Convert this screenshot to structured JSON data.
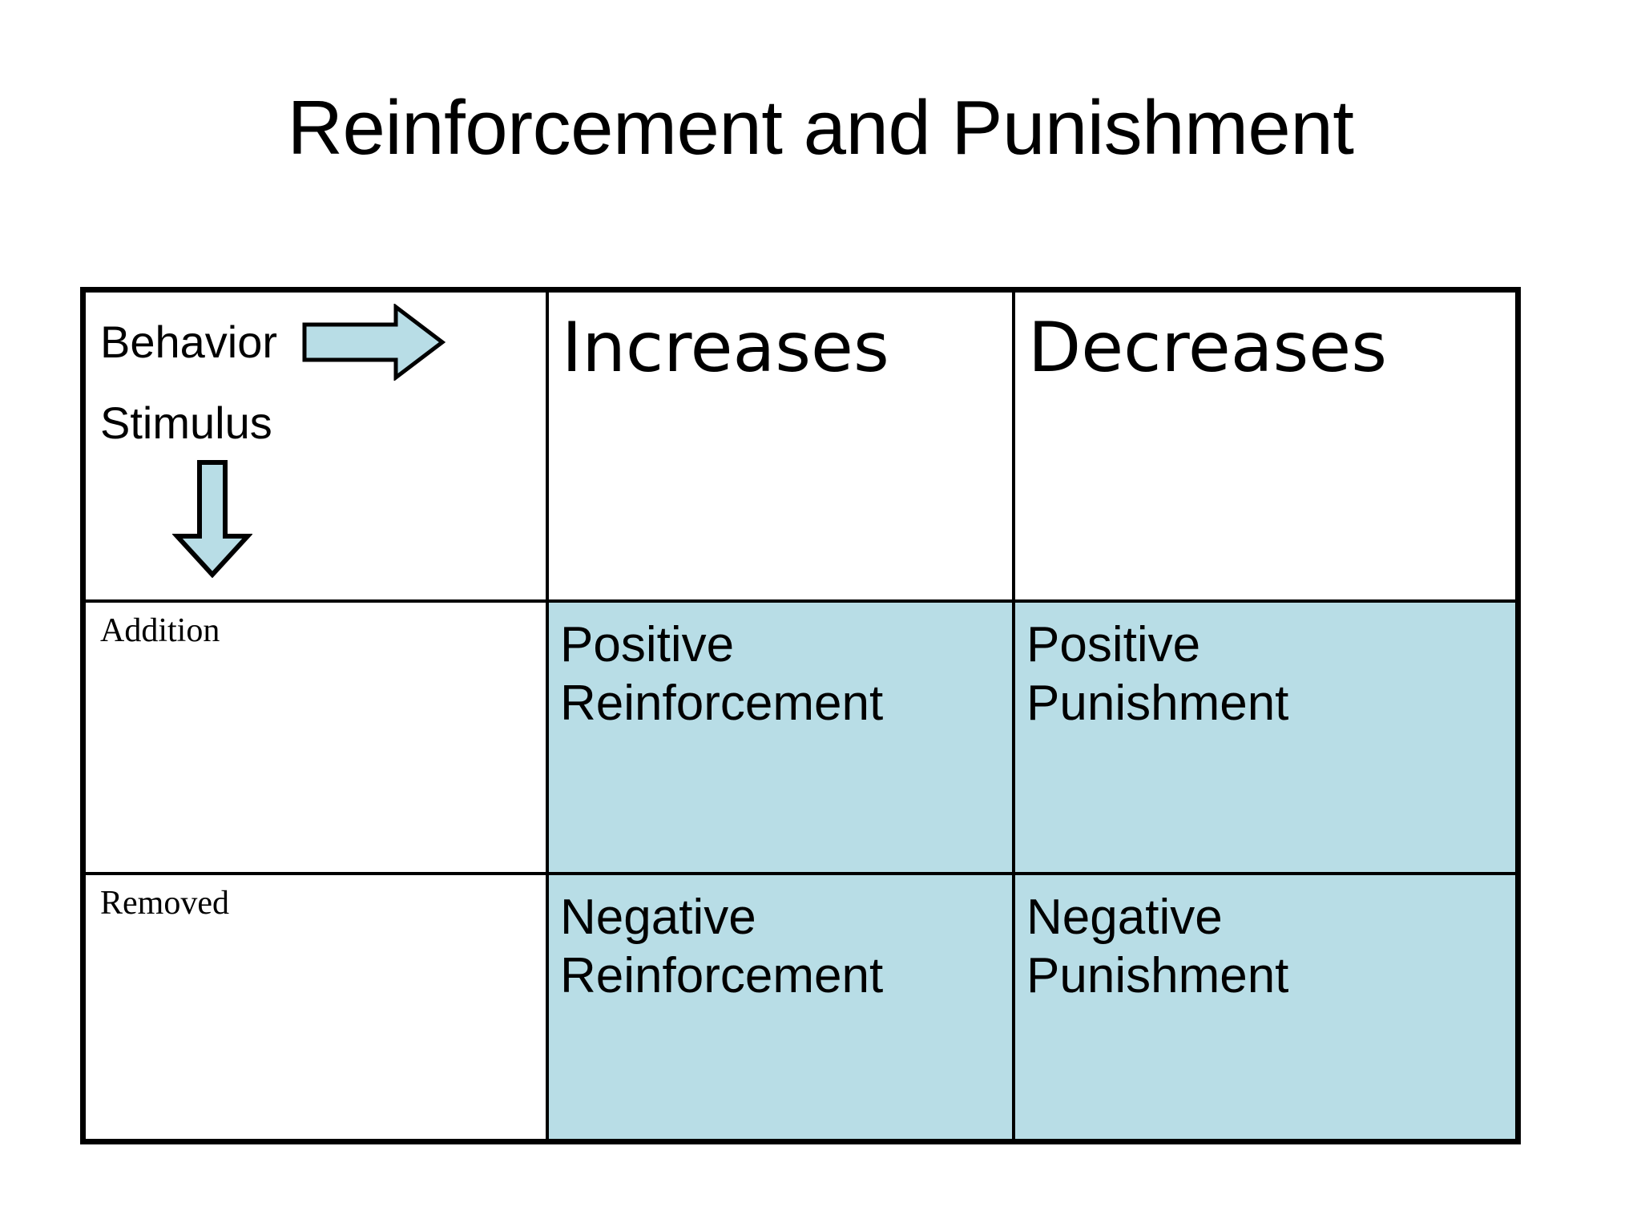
{
  "slide": {
    "title": "Reinforcement and Punishment",
    "background_color": "#FFFFFF",
    "accent_color": "#B8DDE6",
    "border_color": "#000000"
  },
  "matrix": {
    "corner": {
      "behavior_label": "Behavior",
      "behavior_arrow_icon": "arrow-right-icon",
      "stimulus_label": "Stimulus",
      "stimulus_arrow_icon": "arrow-down-icon"
    },
    "column_headers": [
      "Increases",
      "Decreases"
    ],
    "row_headers": [
      "Addition",
      "Removed"
    ],
    "cells": [
      [
        {
          "line1": "Positive",
          "line2": "Reinforcement",
          "filled": true
        },
        {
          "line1": "Positive",
          "line2": "Punishment",
          "filled": true
        }
      ],
      [
        {
          "line1": "Negative",
          "line2": "Reinforcement",
          "filled": true
        },
        {
          "line1": "Negative",
          "line2": "Punishment",
          "filled": true
        }
      ]
    ]
  }
}
